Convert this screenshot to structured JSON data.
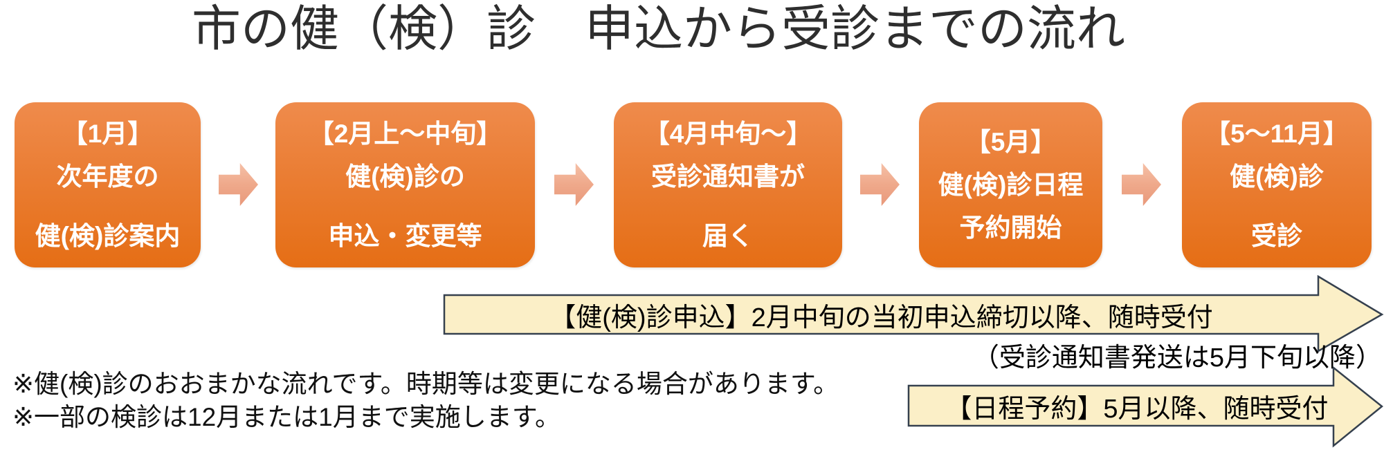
{
  "title": "市の健（検）診　申込から受診までの流れ",
  "steps": [
    {
      "period": "【1月】",
      "line2": "次年度の",
      "line3": "健(検)診案内"
    },
    {
      "period": "【2月上～中旬】",
      "line2": "健(検)診の",
      "line3": "申込・変更等"
    },
    {
      "period": "【4月中旬～】",
      "line2": "受診通知書が",
      "line3": "届く"
    },
    {
      "period": "【5月】",
      "line2": "健(検)診日程",
      "line3": "予約開始"
    },
    {
      "period": "【5～11月】",
      "line2": "健(検)診",
      "line3": "受診"
    }
  ],
  "banners": {
    "application_label": "【健(検)診申込】2月中旬の当初申込締切以降、随時受付",
    "application_note": "（受診通知書発送は5月下旬以降）",
    "reservation_label": "【日程予約】5月以降、随時受付"
  },
  "notes": [
    "※健(検)診のおおまかな流れです。時期等は変更になる場合があります。",
    "※一部の検診は12月または1月まで実施します。"
  ],
  "colors": {
    "box_gradient_top": "#EF8B4C",
    "box_gradient_bottom": "#E56E15",
    "connector_arrow_top": "#F5C0A7",
    "connector_arrow_bottom": "#E8997B",
    "banner_fill": "#FBEFC7",
    "banner_border": "#35404E",
    "box_text": "#FFFFFF",
    "title_text": "#2E2E2E"
  }
}
